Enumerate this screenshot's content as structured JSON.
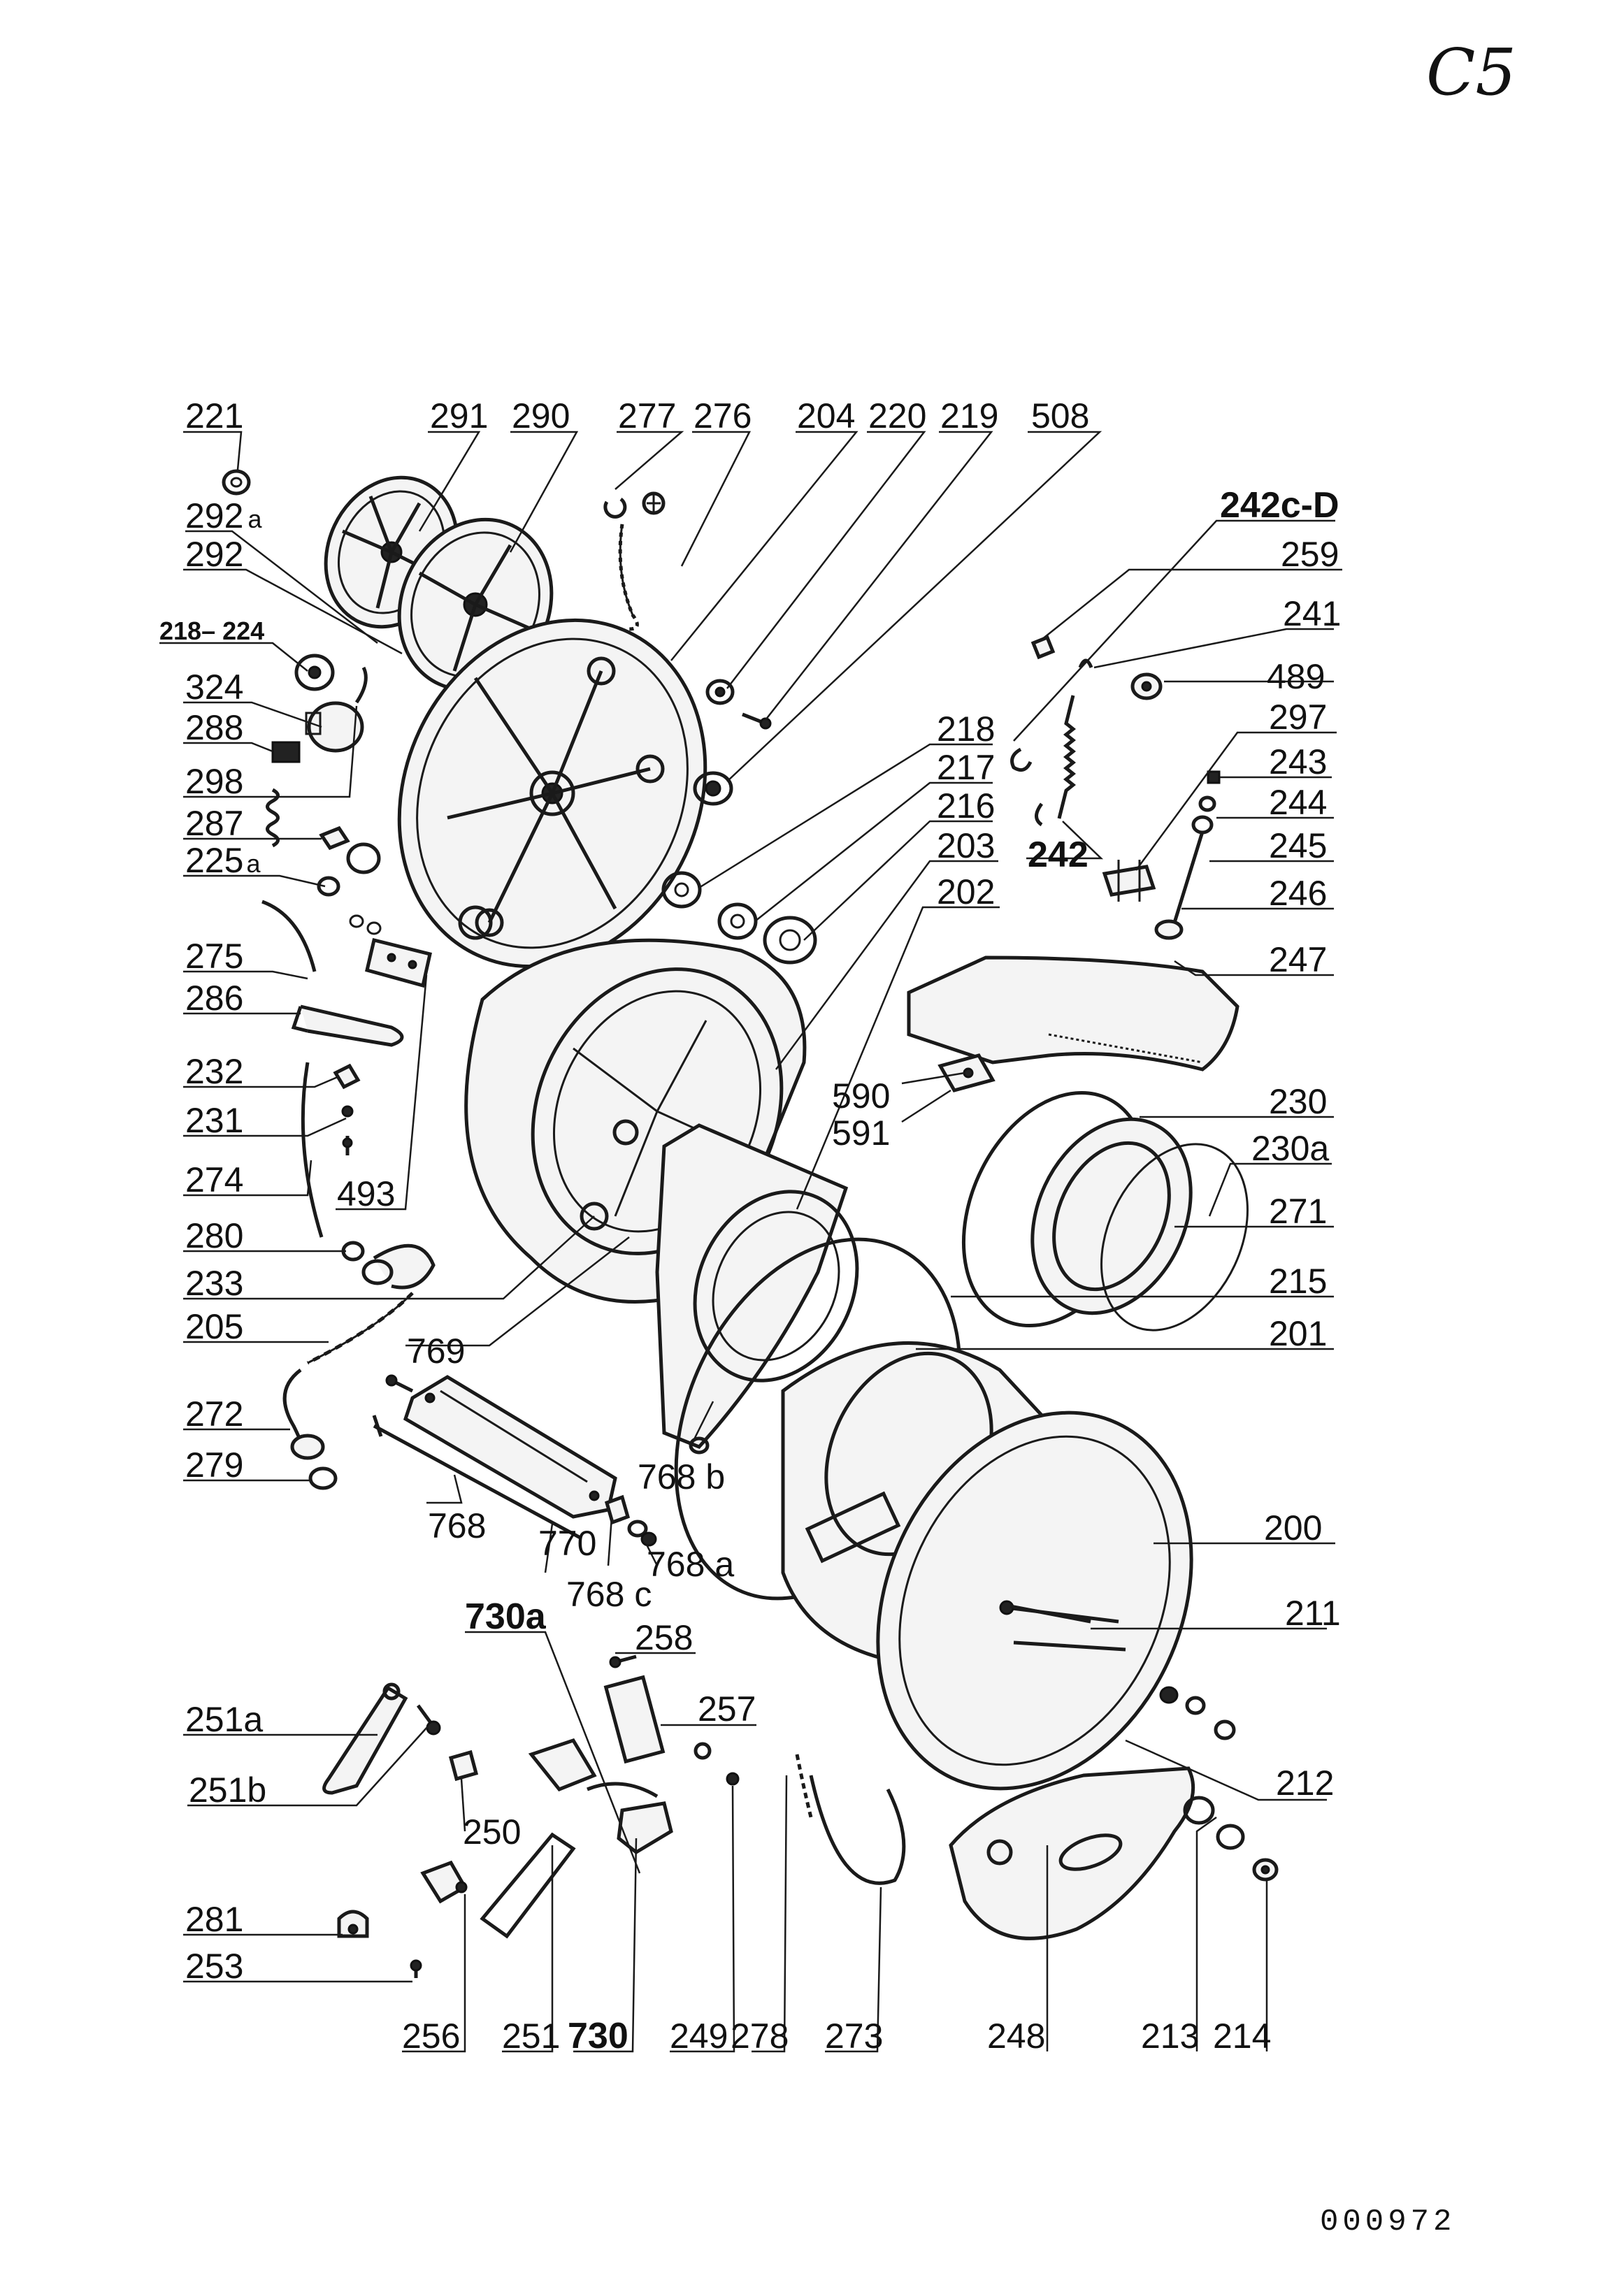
{
  "page": {
    "sheet_code": "C5",
    "doc_number": "000972"
  },
  "labels": {
    "l221": "221",
    "l291": "291",
    "l290": "290",
    "l277": "277",
    "l276": "276",
    "l204": "204",
    "l220": "220",
    "l219": "219",
    "l508": "508",
    "l292a": "292",
    "l292a_suffix": "a",
    "l292": "292",
    "l218_224": "218– 224",
    "l324": "324",
    "l288": "288",
    "l298": "298",
    "l287": "287",
    "l225a": "225",
    "l225a_suffix": "a",
    "l275": "275",
    "l286": "286",
    "l232": "232",
    "l231": "231",
    "l274": "274",
    "l493": "493",
    "l280": "280",
    "l233": "233",
    "l205": "205",
    "l769": "769",
    "l272": "272",
    "l279": "279",
    "l768": "768",
    "l770": "770",
    "l768b": "768 b",
    "l768a": "768 a",
    "l768c": "768 c",
    "l242cd": "242c-D",
    "l259": "259",
    "l241": "241",
    "l489": "489",
    "l297": "297",
    "l243": "243",
    "l244": "244",
    "l245": "245",
    "l246": "246",
    "l247": "247",
    "l218": "218",
    "l217": "217",
    "l216": "216",
    "l203": "203",
    "l202": "202",
    "l242": "242",
    "l590": "590",
    "l591": "591",
    "l230": "230",
    "l230a": "230a",
    "l271": "271",
    "l215": "215",
    "l201": "201",
    "l200": "200",
    "l211": "211",
    "l212": "212",
    "l730a": "730a",
    "l258": "258",
    "l257": "257",
    "l251a": "251a",
    "l251b": "251b",
    "l250": "250",
    "l281": "281",
    "l253": "253",
    "l256": "256",
    "l251": "251",
    "l730": "730",
    "l249": "249",
    "l278": "278",
    "l273": "273",
    "l248": "248",
    "l213": "213",
    "l214": "214"
  }
}
